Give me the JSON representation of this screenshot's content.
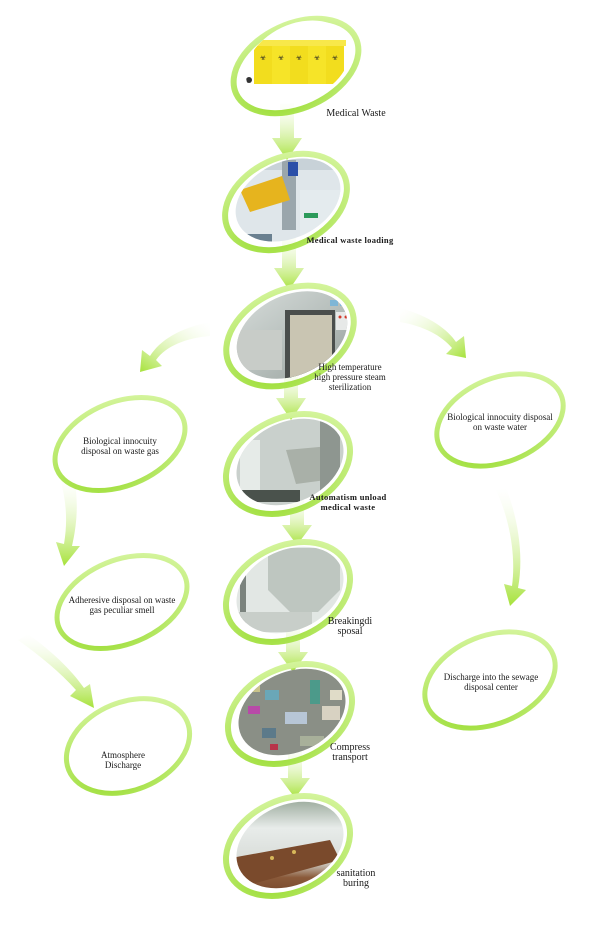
{
  "diagram": {
    "title": "Medical waste disposal process",
    "accent_color": "#a6e23a",
    "accent_light": "#e8f9c8",
    "main_flow": [
      {
        "id": "medical-waste",
        "label": "Medical Waste",
        "photo": "yellow-biohazard-bins"
      },
      {
        "id": "loading",
        "label": "Medical waste loading",
        "photo": "loading-machine"
      },
      {
        "id": "sterilization",
        "label": "High temperature\nhigh pressure steam\nsterilization",
        "photo": "steam-sterilizer"
      },
      {
        "id": "unload",
        "label": "Automatism unload\nmedical waste",
        "photo": "unloading-hopper"
      },
      {
        "id": "breaking",
        "label": "Breakingdi\nsposal",
        "photo": "shredder-hopper"
      },
      {
        "id": "compress",
        "label": "Compress\ntransport",
        "photo": "compressed-waste"
      },
      {
        "id": "sanitation",
        "label": "sanitation\nburing",
        "photo": "landfill"
      }
    ],
    "gas_branch": [
      {
        "id": "gas-bio",
        "label": "Biological innocuity\ndisposal on waste gas"
      },
      {
        "id": "gas-adhesive",
        "label": "Adheresive disposal on waste\ngas peculiar smell"
      },
      {
        "id": "gas-atmosphere",
        "label": "Atmosphere\nDischarge"
      }
    ],
    "water_branch": [
      {
        "id": "water-bio",
        "label": "Biological innocuity disposal\non waste water"
      },
      {
        "id": "water-sewage",
        "label": "Discharge into the sewage\ndisposal center"
      }
    ]
  }
}
